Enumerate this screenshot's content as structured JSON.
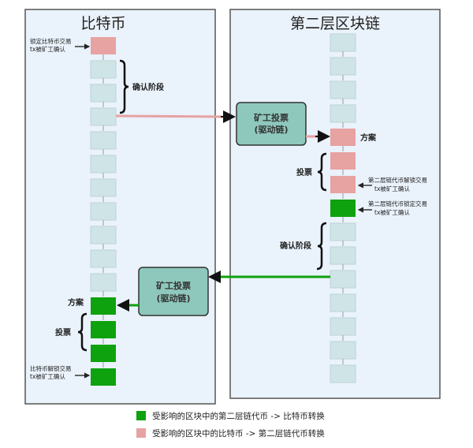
{
  "colors": {
    "panel_bg": "#eaf2fb",
    "block": "#cfe4e6",
    "pink": "#e7a2a2",
    "green": "#0ea20e",
    "box": "#8ec8bd"
  },
  "left": {
    "title": "比特币",
    "lock_note": [
      "锁定比特币交易",
      "tx被矿工确认"
    ],
    "confirm": "确认阶段",
    "proposal": "方案",
    "vote": "投票",
    "unlock_note": [
      "比特币解锁交易",
      "tx被矿工确认"
    ],
    "blocks": [
      "pink",
      "plain",
      "plain",
      "plain",
      "plain",
      "plain",
      "plain",
      "plain",
      "plain",
      "plain",
      "plain",
      "green",
      "green",
      "green",
      "green"
    ]
  },
  "right": {
    "title": "第二层区块链",
    "proposal": "方案",
    "vote": "投票",
    "unlock_note": [
      "第二层链代币解锁交易",
      "tx被矿工确认"
    ],
    "lock_note": [
      "第二层链代币锁定交易",
      "tx被矿工确认"
    ],
    "confirm": "确认阶段",
    "blocks": [
      "plain",
      "plain",
      "plain",
      "plain",
      "pink",
      "pink",
      "pink",
      "green",
      "plain",
      "plain",
      "plain",
      "plain",
      "plain",
      "plain",
      "plain"
    ]
  },
  "driver_top": [
    "矿工投票",
    "(驱动链)"
  ],
  "driver_bottom": [
    "矿工投票",
    "(驱动链)"
  ],
  "legend": [
    {
      "color": "green",
      "label": "受影响的区块中的第二层链代币 -> 比特币转换"
    },
    {
      "color": "pink",
      "label": "受影响的区块中的比特币 -> 第二层链代币转换"
    }
  ]
}
